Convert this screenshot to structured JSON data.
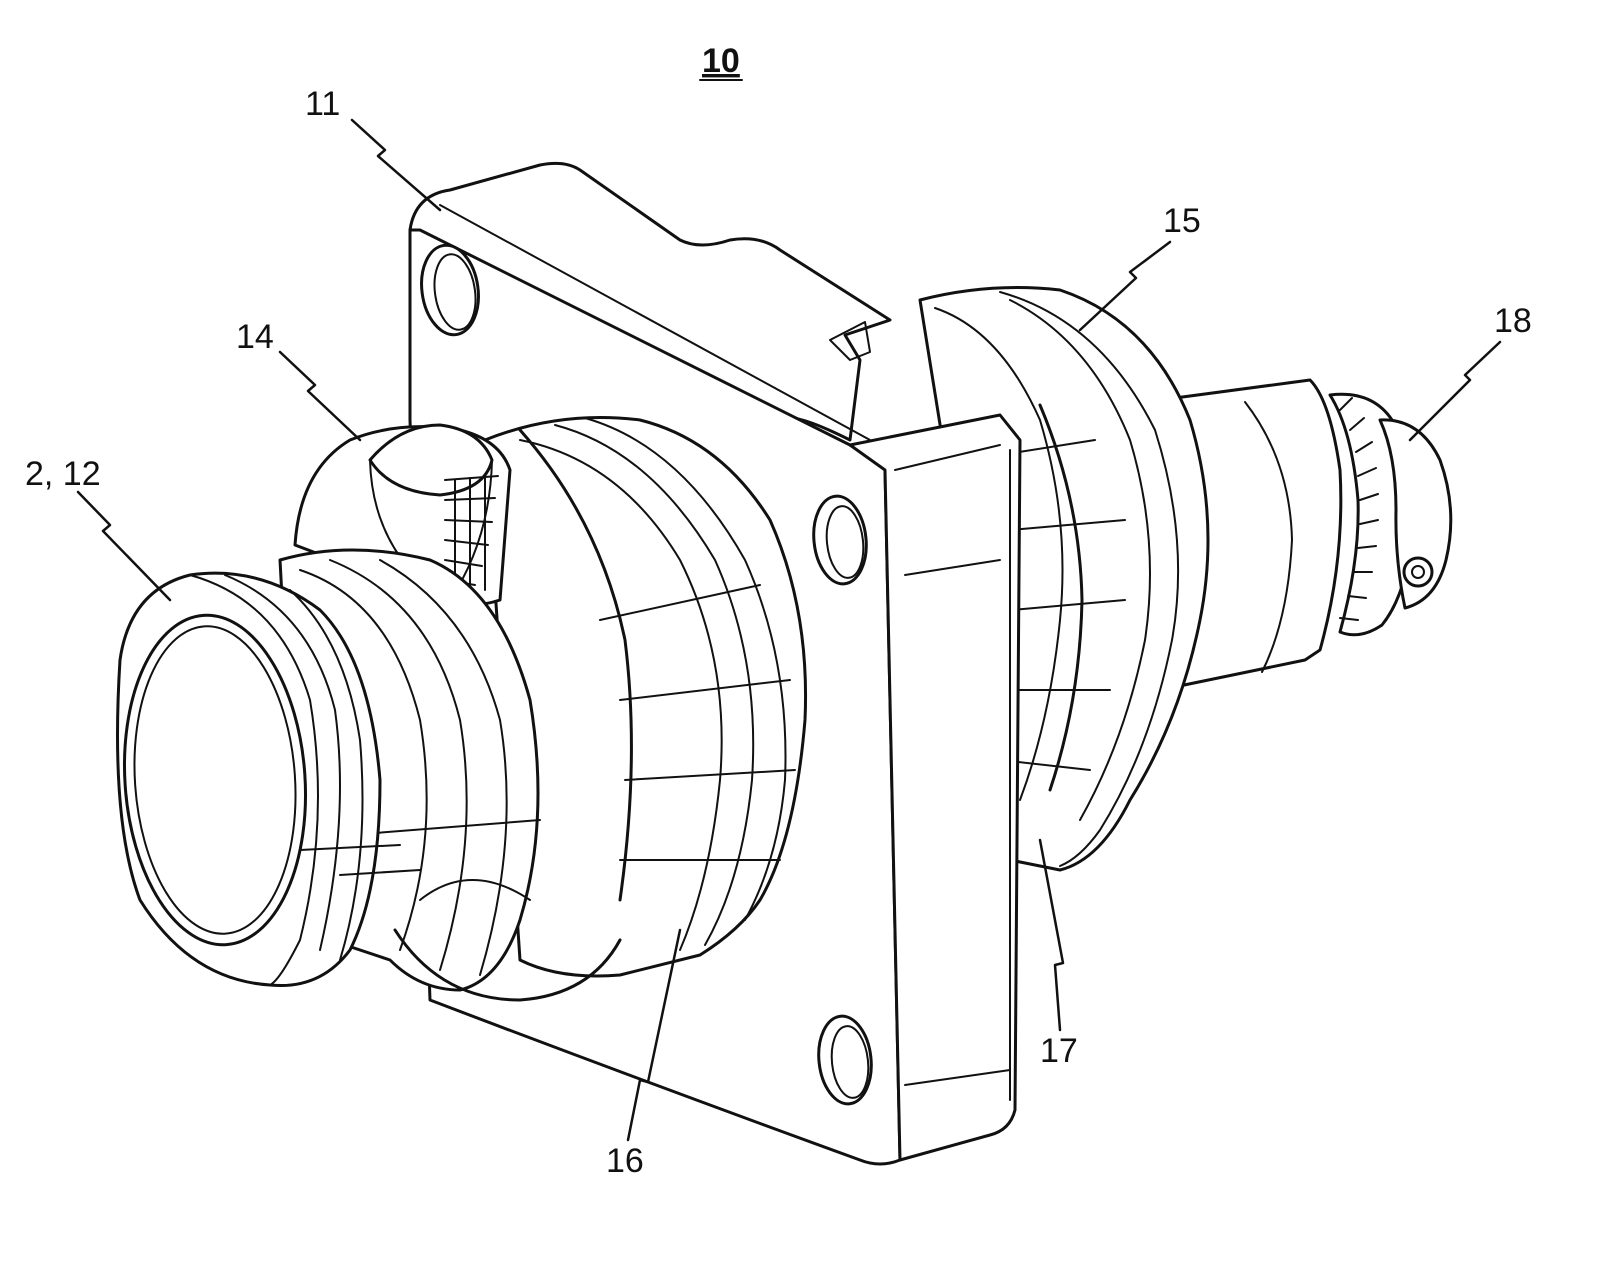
{
  "figure_number": "10",
  "labels": {
    "housing_flange": "11",
    "first_end": "2, 12",
    "nipple": "14",
    "rear_shell": "15",
    "front_body": "16",
    "rear_body": "17",
    "connector_end": "18"
  }
}
